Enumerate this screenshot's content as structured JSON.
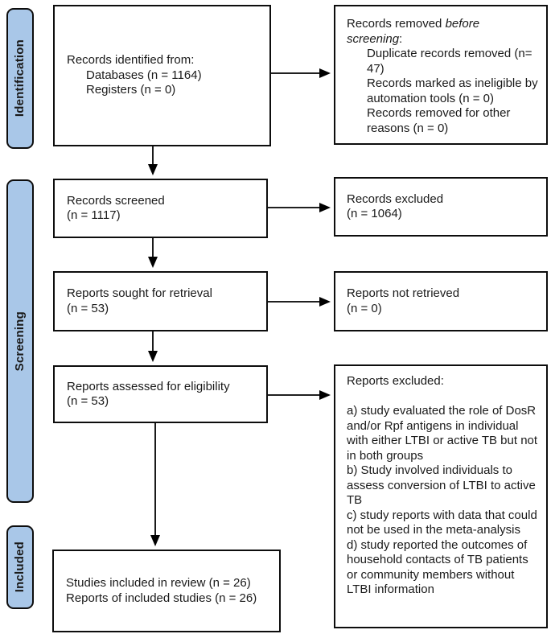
{
  "stages": {
    "identification": "Identification",
    "screening": "Screening",
    "included": "Included"
  },
  "boxes": {
    "identified": {
      "lines": [
        "Records identified from:",
        "Databases (n = 1164)",
        "Registers (n = 0)"
      ]
    },
    "removed": {
      "heading_prefix": "Records removed ",
      "heading_italic": "before screening",
      "heading_suffix": ":",
      "items": [
        "Duplicate records removed (n= 47)",
        "Records marked as ineligible by automation tools (n = 0)",
        "Records removed for other reasons (n = 0)"
      ]
    },
    "screened": {
      "lines": [
        "Records screened",
        "(n = 1117)"
      ]
    },
    "records_excluded": {
      "lines": [
        "Records excluded",
        "(n = 1064)"
      ]
    },
    "sought": {
      "lines": [
        "Reports sought for retrieval",
        "(n = 53)"
      ]
    },
    "not_retrieved": {
      "lines": [
        "Reports not retrieved",
        "(n = 0)"
      ]
    },
    "assessed": {
      "lines": [
        "Reports assessed for eligibility",
        "(n = 53)"
      ]
    },
    "reports_excluded": {
      "heading": "Reports excluded:",
      "items": [
        "a) study evaluated the role of DosR and/or Rpf antigens in individual with either LTBI or active TB but not in both groups",
        "b) Study involved individuals to assess conversion of LTBI to active TB",
        "c) study reports with data that could not be used in the meta-analysis",
        "d) study reported the outcomes of household contacts of TB patients or community members without LTBI information"
      ]
    },
    "included_studies": {
      "lines": [
        "Studies included in review (n = 26)",
        "Reports of included studies (n = 26)"
      ]
    }
  },
  "colors": {
    "stage_fill": "#a9c7e8",
    "border": "#0d0d0d",
    "box_fill": "#ffffff",
    "arrow": "#000000"
  }
}
